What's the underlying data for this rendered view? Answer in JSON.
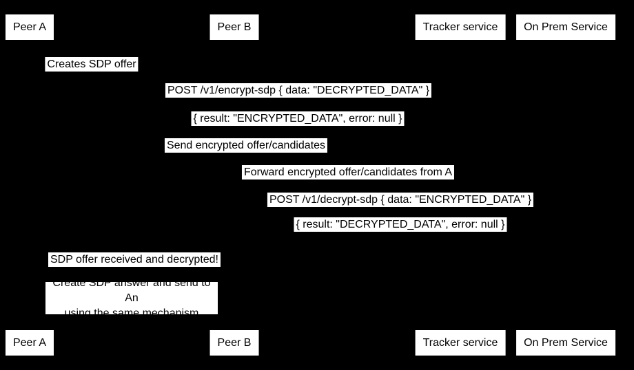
{
  "diagram": {
    "type": "sequence-diagram",
    "colors": {
      "background": "#000000",
      "label_background": "#ffffff",
      "label_text": "#000000"
    },
    "participants": [
      {
        "label": "Peer A"
      },
      {
        "label": "Peer B"
      },
      {
        "label": "Tracker service"
      },
      {
        "label": "On Prem Service"
      }
    ],
    "messages": [
      {
        "text": "Creates SDP offer"
      },
      {
        "text": "POST /v1/encrypt-sdp { data: \"DECRYPTED_DATA\" }"
      },
      {
        "text": "{ result: \"ENCRYPTED_DATA\", error: null }"
      },
      {
        "text": "Send encrypted offer/candidates"
      },
      {
        "text": "Forward encrypted offer/candidates from A"
      },
      {
        "text": "POST /v1/decrypt-sdp { data: \"ENCRYPTED_DATA\" }"
      },
      {
        "text": "{ result: \"DECRYPTED_DATA\", error: null }"
      },
      {
        "text": "SDP offer received and decrypted!"
      }
    ],
    "note": {
      "line1": "Create SDP answer and send to An",
      "line2": "using the same mechanism"
    }
  }
}
